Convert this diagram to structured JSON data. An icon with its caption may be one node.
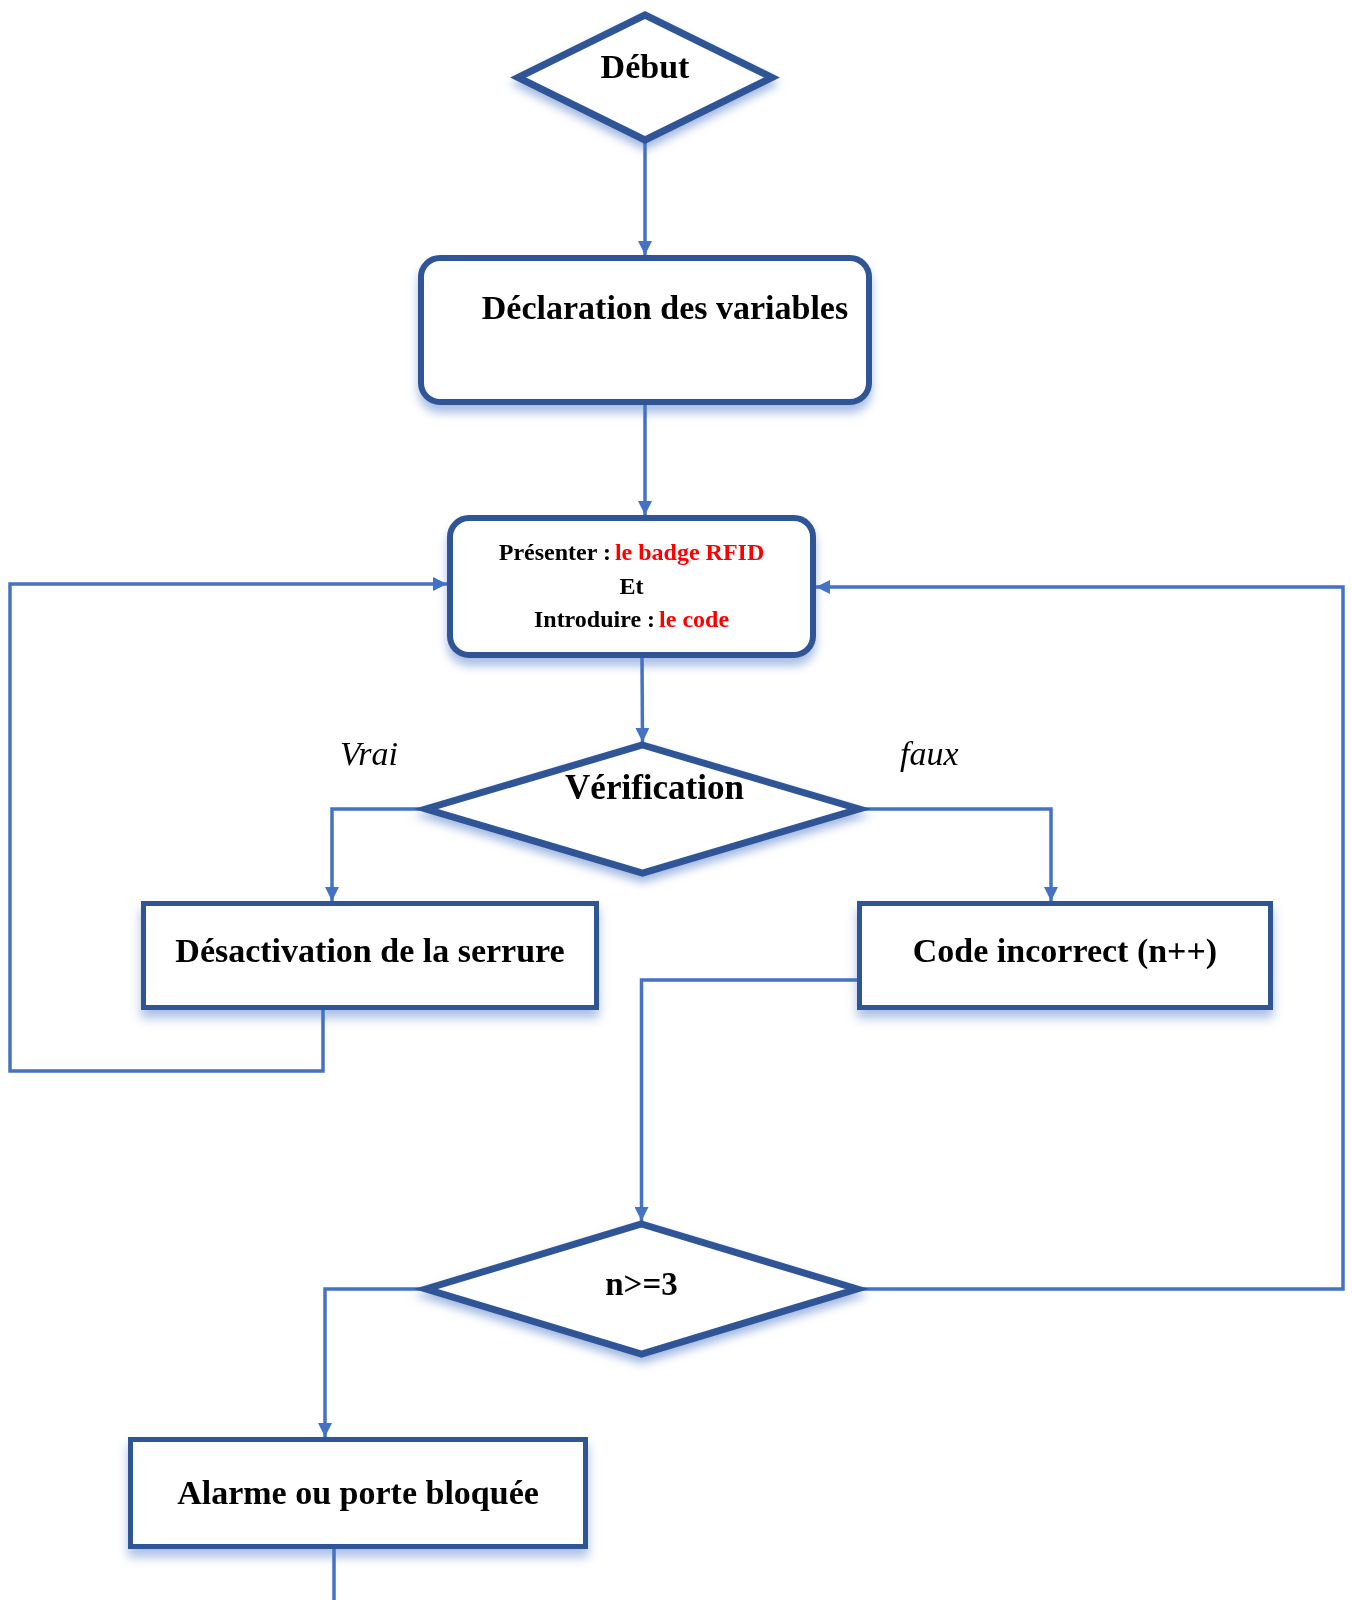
{
  "diagram": {
    "nodes": [
      {
        "text": [
          "Début"
        ]
      },
      {
        "text": [
          "Déclaration des variables"
        ]
      },
      {
        "text": [
          "Présenter :",
          "le badge RFID",
          "Et",
          "Introduire :",
          "le code"
        ]
      },
      {
        "text": [
          "Vérification"
        ]
      },
      {
        "text": [
          "Désactivation de la serrure"
        ]
      },
      {
        "text": [
          "Code incorrect (n++)"
        ]
      },
      {
        "text": [
          "n>=3"
        ]
      },
      {
        "text": [
          "Alarme ou porte bloquée"
        ]
      }
    ],
    "edges": [
      {
        "from": 0,
        "to": 1,
        "arrow": "to"
      },
      {
        "from": 1,
        "to": 2,
        "arrow": "to"
      },
      {
        "from": 2,
        "to": 3,
        "arrow": "to"
      },
      {
        "from": 3,
        "to": 4,
        "arrow": "to"
      },
      {
        "from": 3,
        "to": 5,
        "arrow": "to"
      },
      {
        "from": 4,
        "to": 2,
        "arrow": "to"
      },
      {
        "from": 5,
        "to": 6,
        "arrow": "to"
      },
      {
        "from": 6,
        "to": 7,
        "arrow": "to"
      },
      {
        "from": 6,
        "to": 2,
        "arrow": "to"
      },
      {
        "from": 7,
        "to": null,
        "arrow": "none"
      }
    ],
    "labels": [
      "Vrai",
      "faux"
    ]
  }
}
